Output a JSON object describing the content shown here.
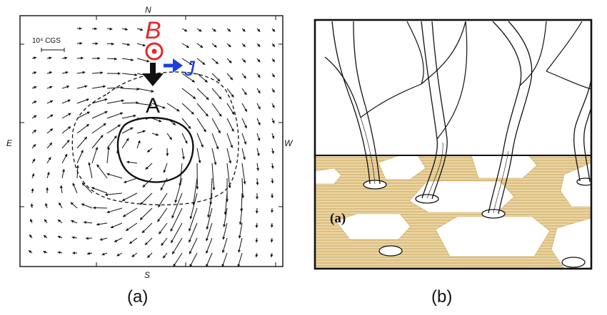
{
  "panel_a": {
    "compass": {
      "north": "N",
      "south": "S",
      "east": "E",
      "west": "W"
    },
    "scale_label": "10⁴ CGS",
    "symbols": {
      "field": "B",
      "current": "J",
      "force": "A"
    },
    "caption": "(a)"
  },
  "panel_b": {
    "inset_label": "(a)",
    "caption": "(b)"
  },
  "colors": {
    "field_red": "#e8262b",
    "current_blue": "#1f3de0",
    "network_tan": "#e3c98a",
    "ink": "#111111"
  }
}
